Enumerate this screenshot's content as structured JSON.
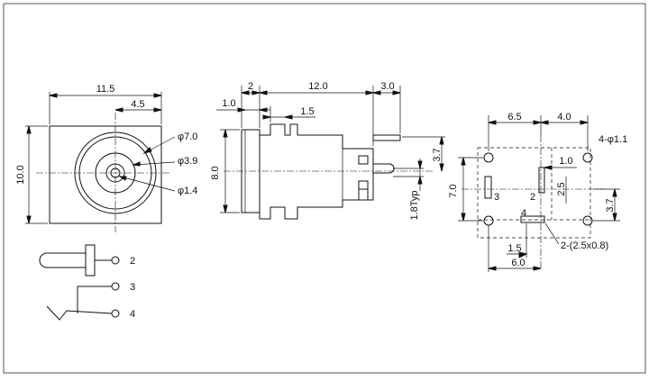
{
  "front_view": {
    "dims": {
      "width": "11.5",
      "offset": "4.5",
      "height": "10.0"
    },
    "diameters": {
      "outer": "φ7.0",
      "middle": "φ3.9",
      "pin": "φ1.4"
    }
  },
  "side_view": {
    "dims": {
      "flange": "2",
      "body": "12.0",
      "tail": "3.0",
      "step1": "1.0",
      "step2": "1.5",
      "height": "8.0",
      "center": "3.7",
      "typ": "1.8Typ"
    }
  },
  "pcb_view": {
    "dims": {
      "top_left": "6.5",
      "top_right": "4.0",
      "holes": "4-φ1.1",
      "inner": "1.0",
      "left": "7.0",
      "slot": "2.5",
      "right": "3.7",
      "bottom_small": "1.5",
      "bottom": "6.0",
      "pads": "2-(2.5x0.8)"
    },
    "pin_labels": {
      "p2": "2",
      "p3": "3",
      "p4": "4"
    }
  },
  "schematic": {
    "pin2": "2",
    "pin3": "3",
    "pin4": "4"
  }
}
